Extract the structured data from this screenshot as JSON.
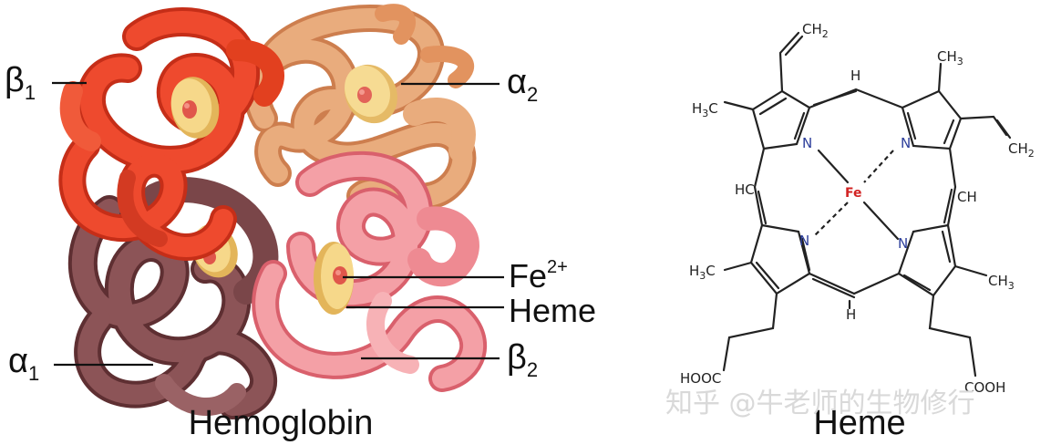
{
  "left_panel": {
    "caption": "Hemoglobin",
    "labels": {
      "beta1": "β",
      "beta1_sub": "1",
      "alpha2": "α",
      "alpha2_sub": "2",
      "alpha1": "α",
      "alpha1_sub": "1",
      "beta2": "β",
      "beta2_sub": "2",
      "fe": "Fe",
      "fe_sup": "2+",
      "heme": "Heme"
    },
    "subunit_colors": {
      "beta1": "#e8432a",
      "alpha2": "#e59a62",
      "alpha1": "#7d4648",
      "beta2": "#ef8e96"
    },
    "heme_disc_color": "#f4cf7f"
  },
  "right_panel": {
    "caption": "Heme",
    "atoms": {
      "fe": "Fe",
      "n": "N",
      "ch2_top": "CH",
      "ch2_top_sub": "2",
      "ch2_right": "CH",
      "ch2_right_sub": "2",
      "ch3_top_right": "CH",
      "ch3_top_right_sub": "3",
      "h3c_top_left": "H",
      "h3c_top_left_sub": "3",
      "h3c_top_left_tail": "C",
      "h3c_bottom_left": "H",
      "h3c_bottom_left_sub": "3",
      "h3c_bottom_left_tail": "C",
      "ch3_bottom_right": "CH",
      "ch3_bottom_right_sub": "3",
      "h_top": "H",
      "h_bottom": "H",
      "hc_left": "HC",
      "ch_right": "CH",
      "hooc": "HOOC",
      "cooh": "COOH"
    }
  },
  "watermark": "知乎 @牛老师的生物修行"
}
